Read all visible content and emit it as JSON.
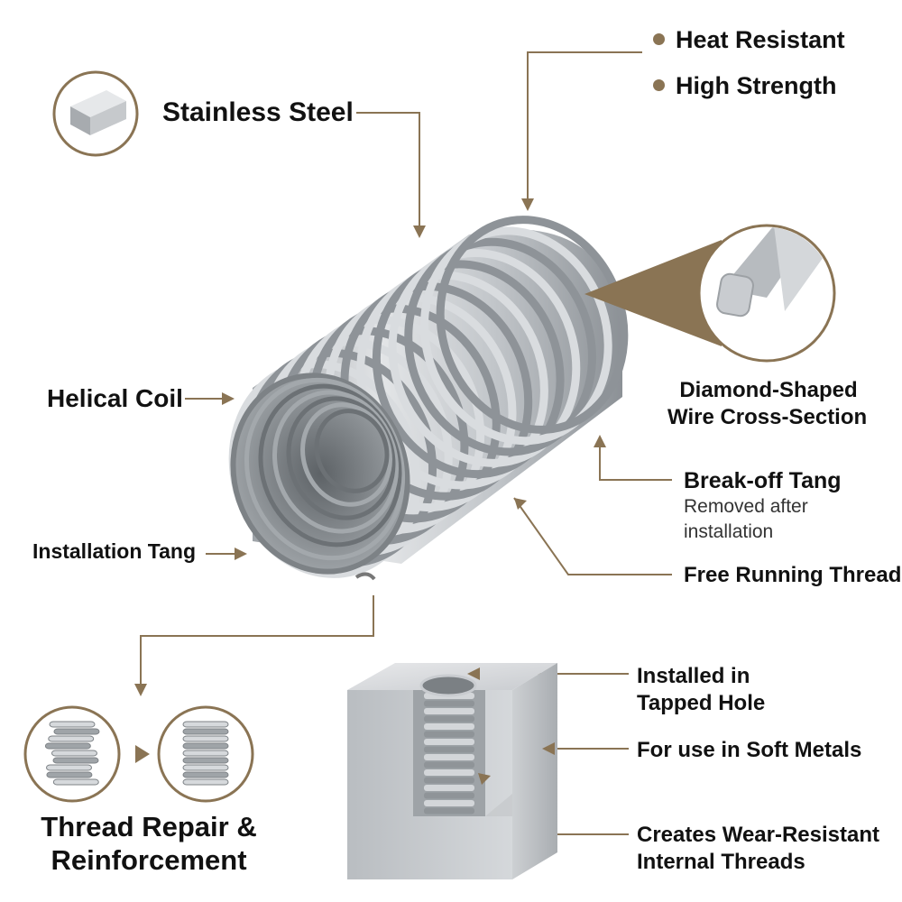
{
  "colors": {
    "accent": "#8a7454",
    "text": "#111111",
    "steel_light": "#e4e6e8",
    "steel_mid": "#b5b9bd",
    "steel_dark": "#6f7478"
  },
  "labels": {
    "heat_resistant": "Heat Resistant",
    "high_strength": "High Strength",
    "stainless_steel": "Stainless Steel",
    "helical_coil": "Helical Coil",
    "diamond_line1": "Diamond-Shaped",
    "diamond_line2": "Wire Cross-Section",
    "break_off_tang": "Break-off Tang",
    "removed_line1": "Removed after",
    "removed_line2": "installation",
    "installation_tang": "Installation Tang",
    "free_running_thread": "Free Running Thread",
    "installed_line1": "Installed in",
    "installed_line2": "Tapped Hole",
    "soft_metals": "For use in Soft Metals",
    "wear_line1": "Creates Wear-Resistant",
    "wear_line2": "Internal Threads",
    "repair_line1": "Thread Repair &",
    "repair_line2": "Reinforcement"
  },
  "icons": [
    "steel-bar-icon",
    "wire-cross-section-icon",
    "damaged-thread-icon",
    "repaired-insert-icon",
    "arrow-right-icon"
  ]
}
